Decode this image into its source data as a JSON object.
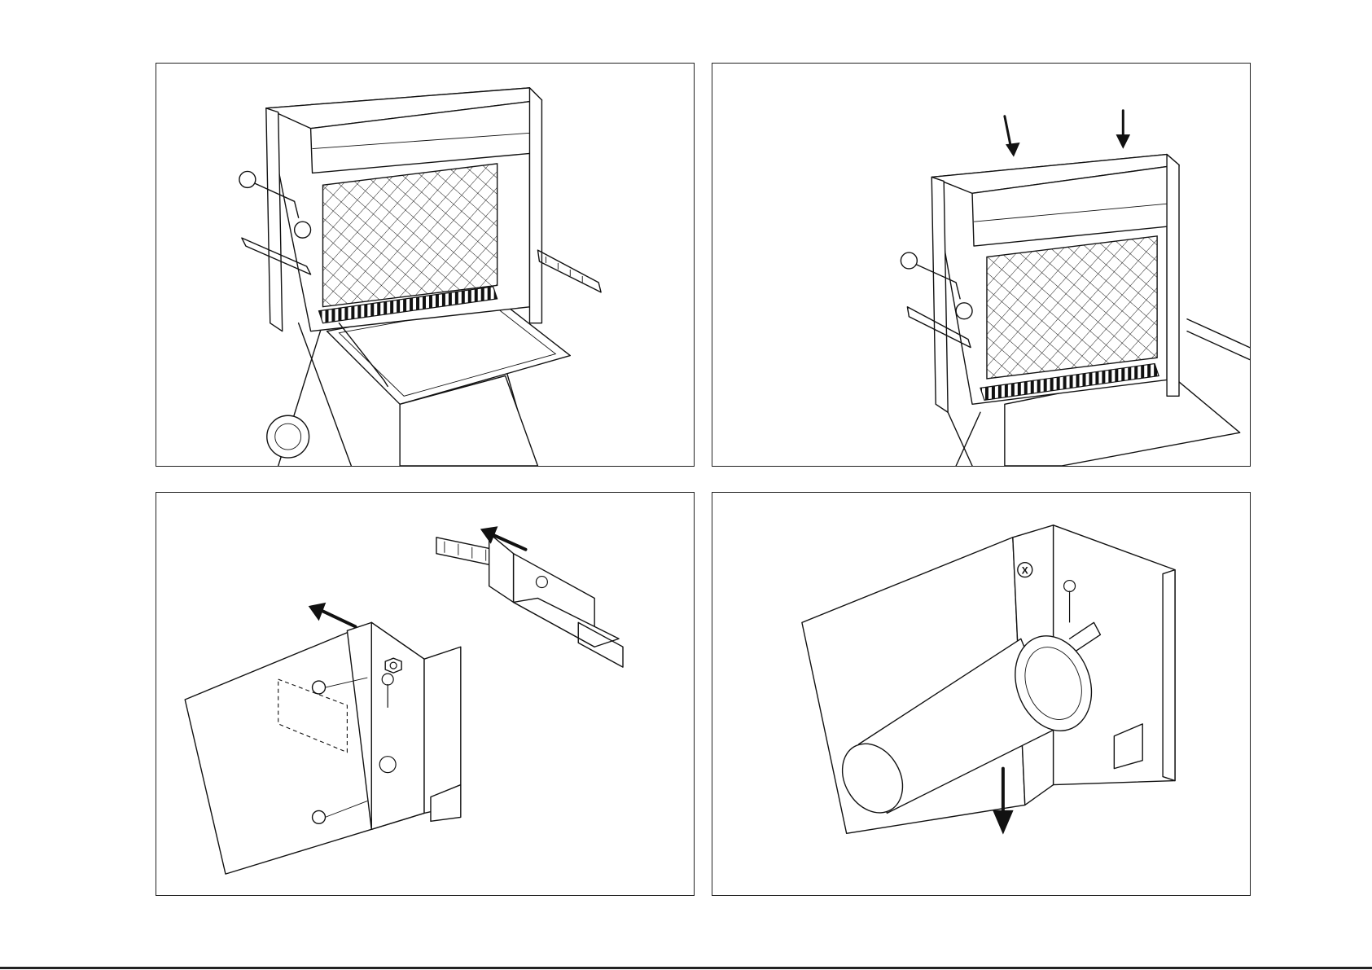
{
  "panels": [
    {
      "id": "panel-1",
      "content": "grill-assembled"
    },
    {
      "id": "panel-2",
      "content": "grill-with-press-arrows"
    },
    {
      "id": "panel-3",
      "content": "bracket-removal"
    },
    {
      "id": "panel-4",
      "content": "spit-motor-removal"
    }
  ],
  "panel4": {
    "screw_label": "X"
  },
  "colors": {
    "line": "#111111",
    "background": "#ffffff"
  }
}
